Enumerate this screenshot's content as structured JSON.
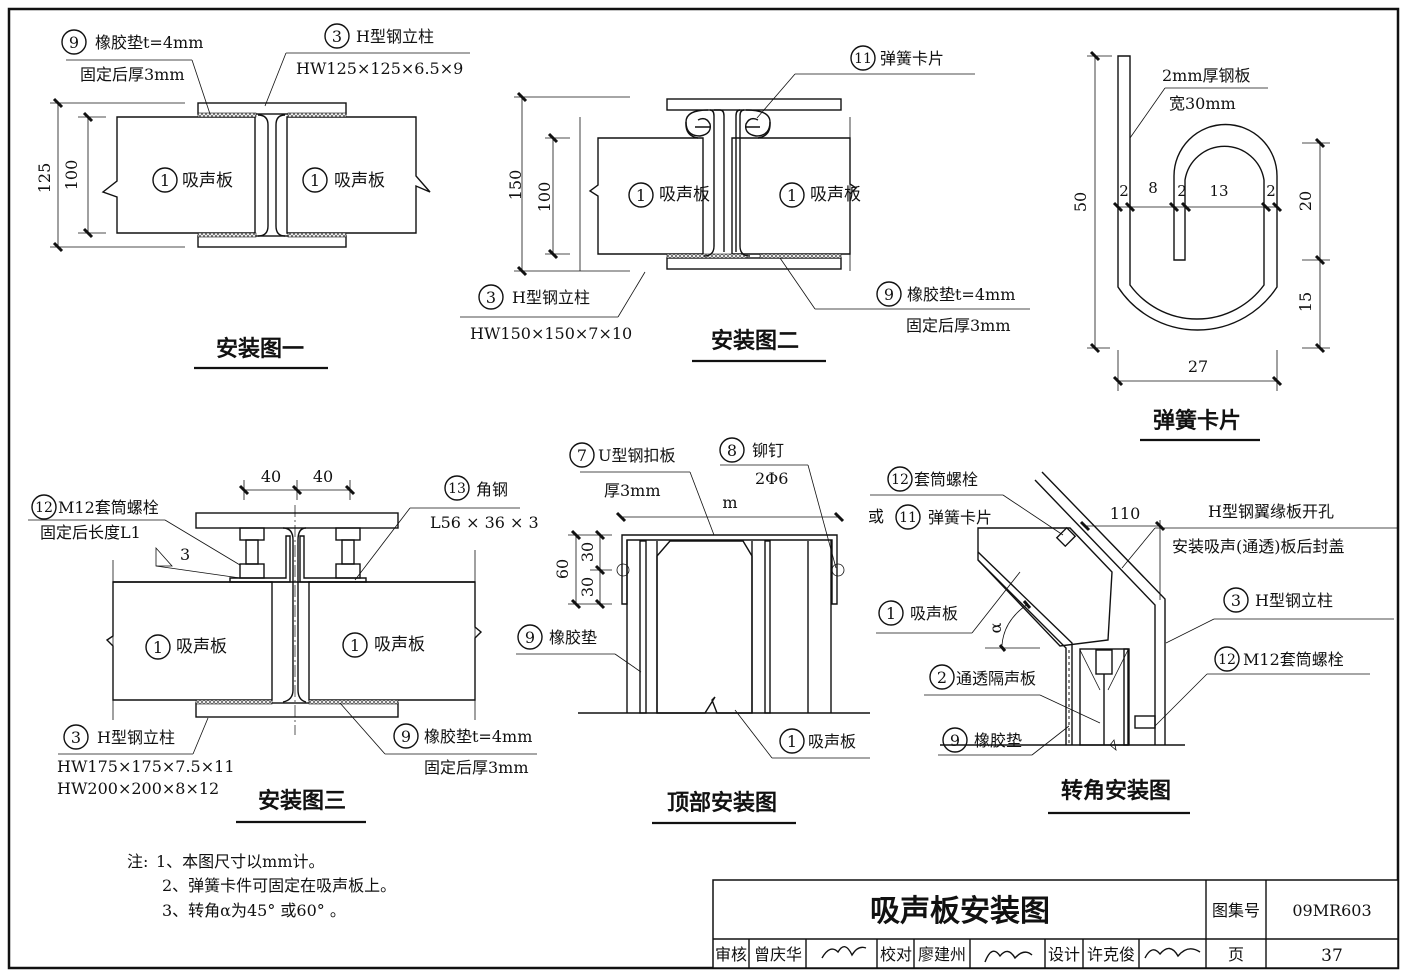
{
  "drawing": {
    "title": "吸声板安装图",
    "atlas_label": "图集号",
    "atlas_no": "09MR603",
    "page_label": "页",
    "page_no": "37",
    "review_label": "审核",
    "reviewer": "曾庆华",
    "check_label": "校对",
    "checker": "廖建州",
    "design_label": "设计",
    "designer": "许克俊"
  },
  "fig1": {
    "title": "安装图一",
    "callout9_num": "9",
    "callout9_text": "橡胶垫t=4mm",
    "callout9_sub": "固定后厚3mm",
    "callout3_num": "3",
    "callout3_text": "H型钢立柱",
    "callout3_sub": "HW125×125×6.5×9",
    "panel_num": "1",
    "panel_text": "吸声板",
    "dim_outer": "125",
    "dim_inner": "100"
  },
  "fig2": {
    "title": "安装图二",
    "callout11_num": "11",
    "callout11_text": "弹簧卡片",
    "callout3_num": "3",
    "callout3_text": "H型钢立柱",
    "callout3_sub": "HW150×150×7×10",
    "callout9_num": "9",
    "callout9_text": "橡胶垫t=4mm",
    "callout9_sub": "固定后厚3mm",
    "panel_num": "1",
    "panel_text": "吸声板",
    "dim_outer": "150",
    "dim_inner": "100"
  },
  "fig_clip": {
    "title": "弹簧卡片",
    "material": "2mm厚钢板",
    "width": "宽30mm",
    "dims": [
      "2",
      "8",
      "2",
      "13",
      "2"
    ],
    "dim_height": "50",
    "dim_upper": "20",
    "dim_lower": "15",
    "dim_width": "27"
  },
  "fig3": {
    "title": "安装图三",
    "callout12_num": "12",
    "callout12_text": "M12套筒螺栓",
    "callout12_sub": "固定后长度L1",
    "weld": "3",
    "callout13_num": "13",
    "callout13_text": "角钢",
    "callout13_sub": "L56 × 36 × 3",
    "callout3_num": "3",
    "callout3_text": "H型钢立柱",
    "callout3_sub1": "HW175×175×7.5×11",
    "callout3_sub2": "HW200×200×8×12",
    "callout9_num": "9",
    "callout9_text": "橡胶垫t=4mm",
    "callout9_sub": "固定后厚3mm",
    "panel_num": "1",
    "panel_text": "吸声板",
    "dim_left": "40",
    "dim_right": "40"
  },
  "fig_top": {
    "title": "顶部安装图",
    "callout7_num": "7",
    "callout7_text": "U型钢扣板",
    "callout7_sub": "厚3mm",
    "callout8_num": "8",
    "callout8_text": "铆钉",
    "callout8_sub": "2Φ6",
    "dim_m": "m",
    "dim_60": "60",
    "dim_30a": "30",
    "dim_30b": "30",
    "callout9_num": "9",
    "callout9_text": "橡胶垫",
    "callout1_num": "1",
    "callout1_text": "吸声板"
  },
  "fig_corner": {
    "title": "转角安装图",
    "callout12_num": "12",
    "callout12_text": "套筒螺栓",
    "or_text": "或",
    "callout11_num": "11",
    "callout11_text": "弹簧卡片",
    "dim_110": "110",
    "note_flange": "H型钢翼缘板开孔",
    "note_cover": "安装吸声(通透)板后封盖",
    "callout1_num": "1",
    "callout1_text": "吸声板",
    "alpha": "α",
    "callout3_num": "3",
    "callout3_text": "H型钢立柱",
    "callout2_num": "2",
    "callout2_text": "通透隔声板",
    "callout12b_num": "12",
    "callout12b_text": "M12套筒螺栓",
    "callout9_num": "9",
    "callout9_text": "橡胶垫"
  },
  "notes": {
    "label": "注:",
    "items": [
      "1、本图尺寸以mm计。",
      "2、弹簧卡件可固定在吸声板上。",
      "3、转角α为45° 或60° 。"
    ]
  }
}
